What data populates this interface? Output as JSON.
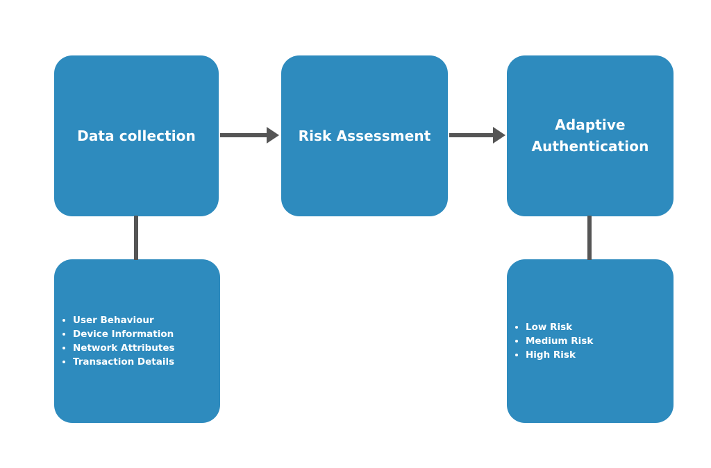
{
  "theme": {
    "background": "#ffffff",
    "node_fill": "#2E8BBE",
    "node_text": "#ffffff",
    "connector": "#555555"
  },
  "diagram": {
    "type": "flowchart",
    "orientation": "left-to-right",
    "nodes": [
      {
        "id": "data-collection",
        "kind": "process",
        "title": "Data collection"
      },
      {
        "id": "risk-assessment",
        "kind": "process",
        "title": "Risk Assessment"
      },
      {
        "id": "adaptive-authentication",
        "kind": "process",
        "title": "Adaptive\nAuthentication"
      },
      {
        "id": "data-collection-details",
        "kind": "list",
        "items": [
          "User Behaviour",
          "Device Information",
          "Network Attributes",
          "Transaction Details"
        ]
      },
      {
        "id": "risk-levels",
        "kind": "list",
        "items": [
          "Low Risk",
          "Medium Risk",
          "High Risk"
        ]
      }
    ],
    "connectors": [
      {
        "id": "data-collection-to-risk-assessment",
        "style": "arrow",
        "direction": "right"
      },
      {
        "id": "risk-assessment-to-adaptive-authentication",
        "style": "arrow",
        "direction": "right"
      },
      {
        "id": "data-collection-to-details",
        "style": "line",
        "direction": "down"
      },
      {
        "id": "adaptive-authentication-to-risk-levels",
        "style": "line",
        "direction": "down"
      }
    ]
  }
}
